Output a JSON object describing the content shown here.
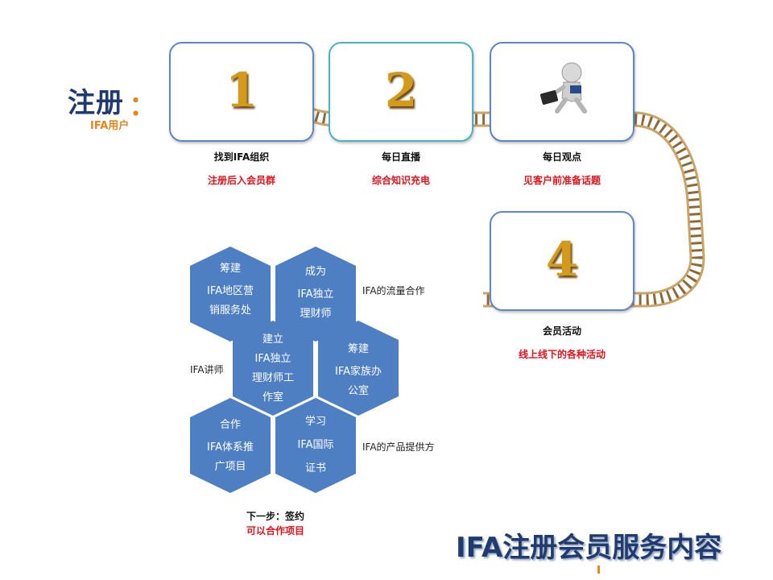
{
  "header": {
    "title": "注册",
    "colon": "：",
    "subtitle": "IFA用户"
  },
  "steps": [
    {
      "number": "1",
      "title": "找到IFA组织",
      "desc": "注册后入会员群"
    },
    {
      "number": "2",
      "title": "每日直播",
      "desc": "综合知识充电"
    },
    {
      "title": "每日观点",
      "desc": "见客户前准备话题"
    },
    {
      "number": "4",
      "title": "会员活动",
      "desc": "线上线下的各种活动"
    }
  ],
  "hexagons": [
    {
      "lines": [
        "筹建",
        "IFA地区营",
        "销服务处"
      ]
    },
    {
      "lines": [
        "成为",
        "IFA独立",
        "理财师"
      ]
    },
    {
      "lines": [
        "建立",
        "IFA独立",
        "理财师工",
        "作室"
      ]
    },
    {
      "lines": [
        "筹建",
        "IFA家族办",
        "公室"
      ]
    },
    {
      "lines": [
        "合作",
        "IFA体系推",
        "广项目"
      ]
    },
    {
      "lines": [
        "学习",
        "IFA国际",
        "证书"
      ]
    }
  ],
  "side_labels": {
    "traffic": "IFA的流量合作",
    "lecturer": "IFA讲师",
    "provider": "IFA的产品提供方"
  },
  "next_step": {
    "line1": "下一步：签约",
    "line2": "可以合作项目"
  },
  "bottom_title": "IFA注册会员服务内容",
  "colors": {
    "hex_fill": "#4e7fc2",
    "card_border": "#5f86c4",
    "accent_red": "#e0141e",
    "title_navy": "#1f3b70"
  }
}
